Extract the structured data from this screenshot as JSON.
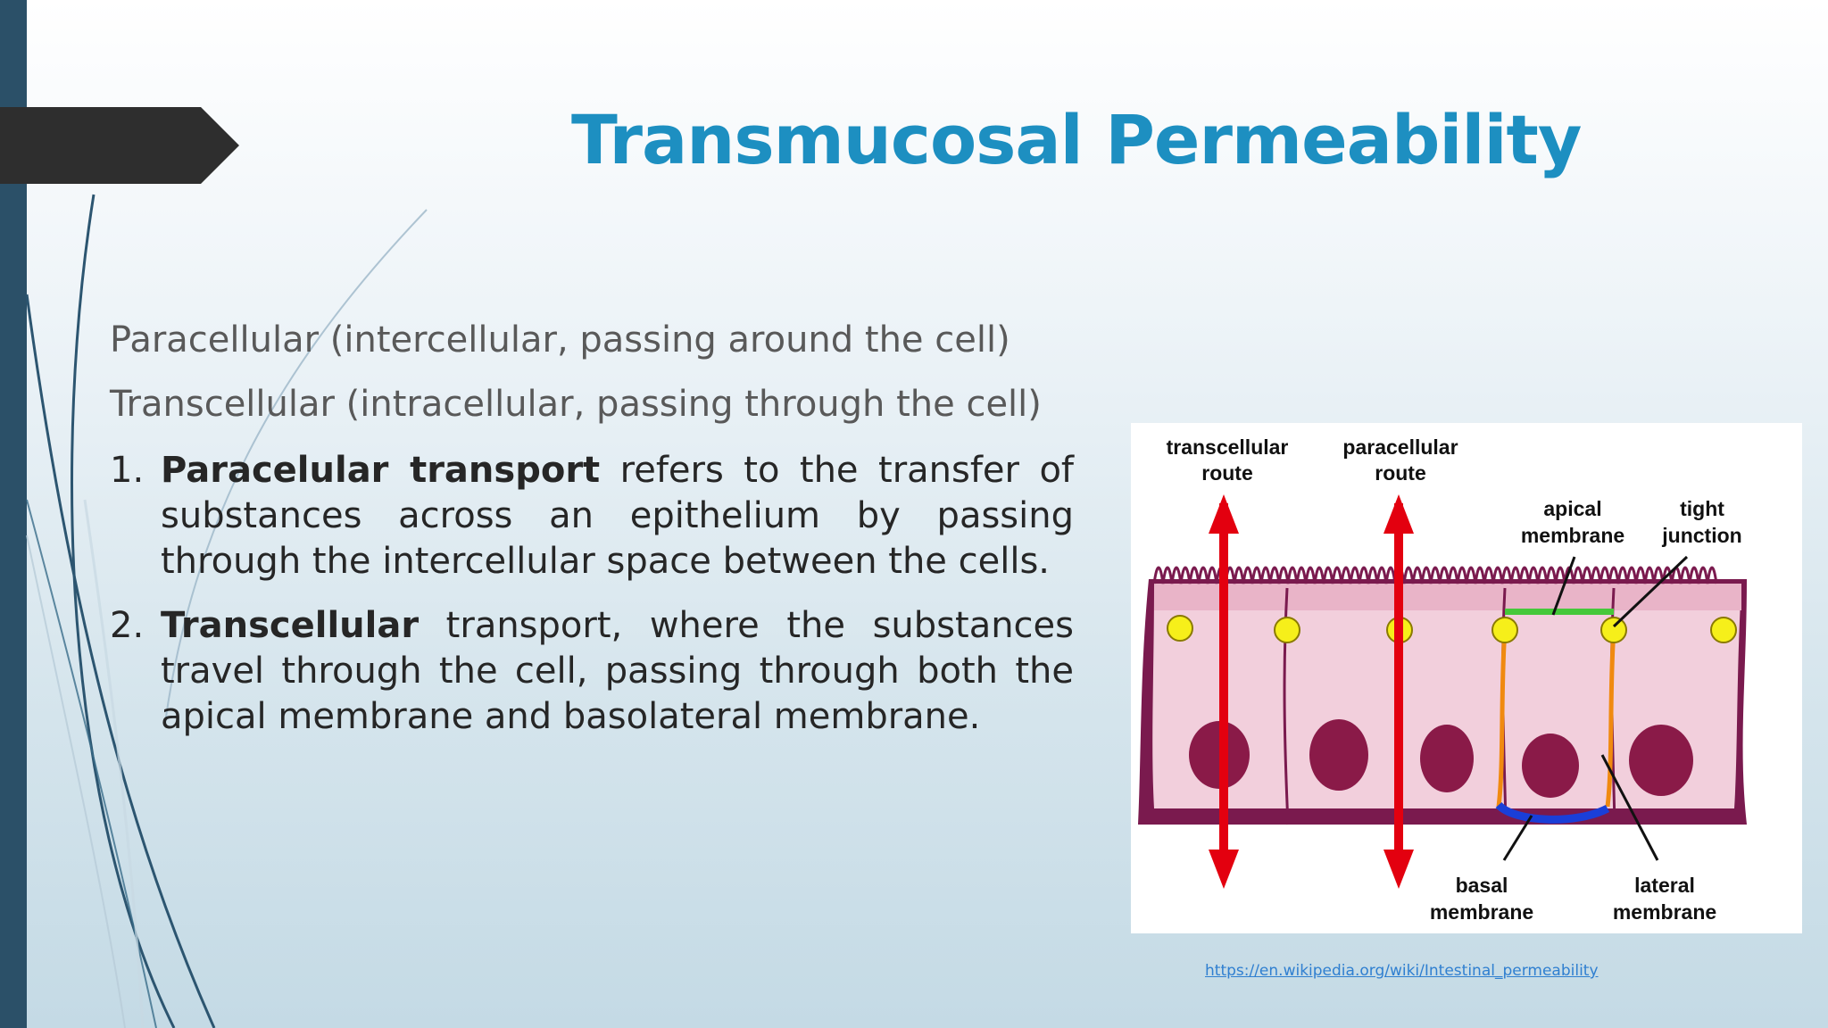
{
  "slide": {
    "title": "Transmucosal Permeability",
    "lines": [
      "Paracellular (intercellular, passing around the cell)",
      "Transcellular (intracellular, passing through the cell)"
    ],
    "items": [
      {
        "number": "1.",
        "bold": "Paracelular transport",
        "text": " refers to the transfer of substances across an epithelium by passing through the intercellular space between the cells."
      },
      {
        "number": "2.",
        "bold": "Transcellular",
        "text": " transport, where the substances travel through the cell, passing through both the apical membrane and basolateral membrane."
      }
    ],
    "source_link": "https://en.wikipedia.org/wiki/Intestinal_permeability"
  },
  "diagram": {
    "labels": {
      "transcellular_1": "transcellular",
      "transcellular_2": "route",
      "paracellular_1": "paracellular",
      "paracellular_2": "route",
      "apical_1": "apical",
      "apical_2": "membrane",
      "tight_1": "tight",
      "tight_2": "junction",
      "basal_1": "basal",
      "basal_2": "membrane",
      "lateral_1": "lateral",
      "lateral_2": "membrane"
    }
  },
  "colors": {
    "title": "#1d8fc1",
    "accent_bar": "#2b5068",
    "tab": "#2e2e2e",
    "arrow": "#e3000f",
    "junction": "#f6ef1a",
    "apical": "#46c83a",
    "basal": "#1a3fd8",
    "lateral": "#f08a10",
    "cell_fill": "#f2cfdc",
    "nucleus": "#8a1a48"
  }
}
